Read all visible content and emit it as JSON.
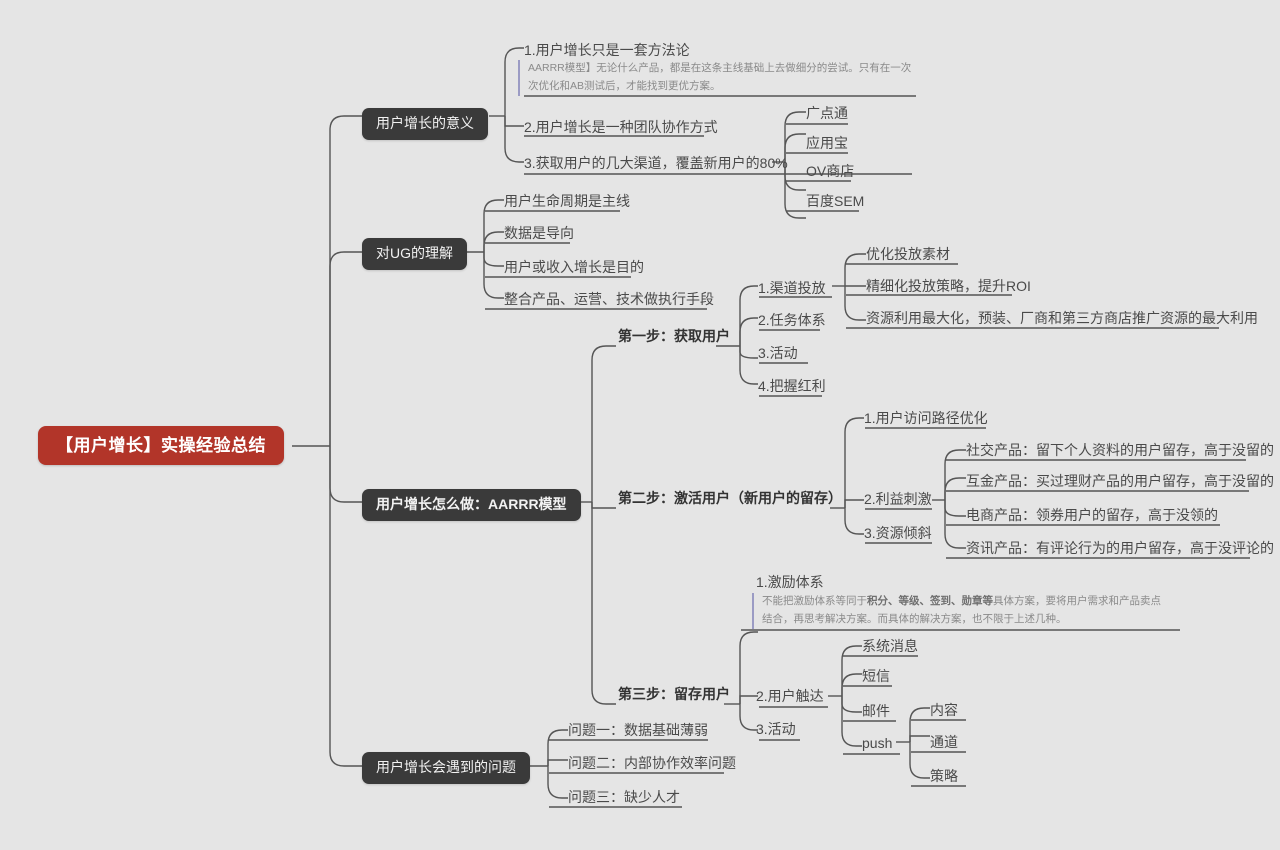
{
  "mindmap": {
    "root": {
      "label": "【用户增长】实操经验总结",
      "color": "#b23529"
    },
    "branch1": {
      "label": "用户增长的意义",
      "children": [
        {
          "label": "1.用户增长只是一套方法论"
        },
        {
          "label": "2.用户增长是一种团队协作方式"
        },
        {
          "label": "3.获取用户的几大渠道，覆盖新用户的80%"
        }
      ],
      "note": "AARRR模型】无论什么产品，都是在这条主线基础上去做细分的尝试。只有在一次次优化和AB测试后，才能找到更优方案。",
      "channels": [
        {
          "label": "广点通"
        },
        {
          "label": "应用宝"
        },
        {
          "label": "OV商店"
        },
        {
          "label": "百度SEM"
        }
      ]
    },
    "branch2": {
      "label": "对UG的理解",
      "children": [
        {
          "label": "用户生命周期是主线"
        },
        {
          "label": "数据是导向"
        },
        {
          "label": "用户或收入增长是目的"
        },
        {
          "label": "整合产品、运营、技术做执行手段"
        }
      ]
    },
    "branch3": {
      "label": "用户增长怎么做：AARRR模型",
      "step1": {
        "label": "第一步：获取用户",
        "children": [
          {
            "label": "1.渠道投放"
          },
          {
            "label": "2.任务体系"
          },
          {
            "label": "3.活动"
          },
          {
            "label": "4.把握红利"
          }
        ],
        "channel_tactics": [
          {
            "label": "优化投放素材"
          },
          {
            "label": "精细化投放策略，提升ROI"
          },
          {
            "label": "资源利用最大化，预装、厂商和第三方商店推广资源的最大利用"
          }
        ]
      },
      "step2": {
        "label": "第二步：激活用户（新用户的留存）",
        "children": [
          {
            "label": "1.用户访问路径优化"
          },
          {
            "label": "2.利益刺激"
          },
          {
            "label": "3.资源倾斜"
          }
        ],
        "benefit_cases": [
          {
            "label": "社交产品：留下个人资料的用户留存，高于没留的"
          },
          {
            "label": "互金产品：买过理财产品的用户留存，高于没留的"
          },
          {
            "label": "电商产品：领券用户的留存，高于没领的"
          },
          {
            "label": "资讯产品：有评论行为的用户留存，高于没评论的"
          }
        ]
      },
      "step3": {
        "label": "第三步：留存用户",
        "children": [
          {
            "label": "1.激励体系"
          },
          {
            "label": "2.用户触达"
          },
          {
            "label": "3.活动"
          }
        ],
        "note_prefix": "不能把激励体系等同于",
        "note_bold": "积分、等级、签到、勋章等",
        "note_suffix": "具体方案，要将用户需求和产品卖点结合，再思考解决方案。而具体的解决方案，也不限于上述几种。",
        "reach_channels": [
          {
            "label": "系统消息"
          },
          {
            "label": "短信"
          },
          {
            "label": "邮件"
          },
          {
            "label": "push"
          }
        ],
        "push_aspects": [
          {
            "label": "内容"
          },
          {
            "label": "通道"
          },
          {
            "label": "策略"
          }
        ]
      }
    },
    "branch4": {
      "label": "用户增长会遇到的问题",
      "children": [
        {
          "label": "问题一：数据基础薄弱"
        },
        {
          "label": "问题二：内部协作效率问题"
        },
        {
          "label": "问题三：缺少人才"
        }
      ]
    }
  }
}
